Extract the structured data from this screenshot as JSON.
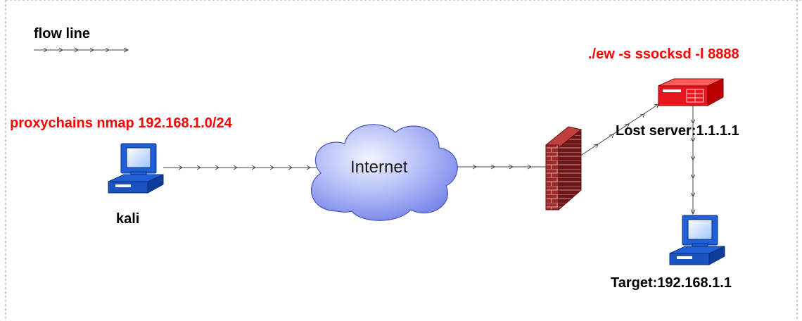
{
  "legend": {
    "label": "flow line"
  },
  "nodes": {
    "attacker": {
      "label": "kali",
      "command": "proxychains nmap 192.168.1.0/24"
    },
    "internet": {
      "label": "Internet"
    },
    "server": {
      "label": "Lost server:1.1.1.1",
      "command": "./ew -s ssocksd -l 8888"
    },
    "target": {
      "label": "Target:192.168.1.1"
    }
  },
  "colors": {
    "command_text": "#ff0000",
    "cloud_fill": "#8f9cf0",
    "firewall_brick": "#8b1a1a",
    "server_body": "#e8141e",
    "computer_monitor": "#1f5fd8",
    "flow_line": "#444444"
  }
}
